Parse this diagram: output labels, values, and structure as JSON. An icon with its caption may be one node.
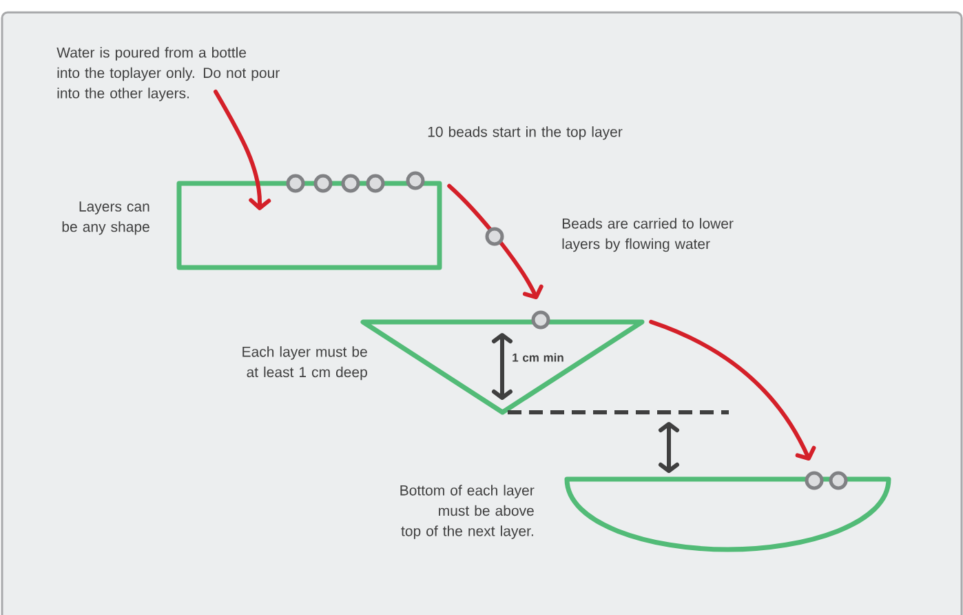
{
  "diagram": {
    "nodes": [
      {
        "text": [
          "Water is poured from a bottle into the toplayer only. Do not pour into the other layers."
        ]
      },
      {
        "text": [],
        "shape": "box"
      },
      {
        "text": [],
        "shape": "triangle"
      },
      {
        "text": [],
        "shape": "bowl"
      }
    ],
    "edges": [
      {
        "from": 0,
        "to": 1,
        "arrow": "to"
      },
      {
        "from": 1,
        "to": 2,
        "arrow": "to"
      },
      {
        "from": 2,
        "to": 3,
        "arrow": "to"
      }
    ],
    "labels": [
      "10 beads start in the top layer",
      "Layers can be any shape",
      "Beads are carried to lower layers by flowing water",
      "Each layer must be at least 1 cm deep",
      "1 cm min",
      "Bottom of each layer must be above top of the next layer."
    ]
  }
}
